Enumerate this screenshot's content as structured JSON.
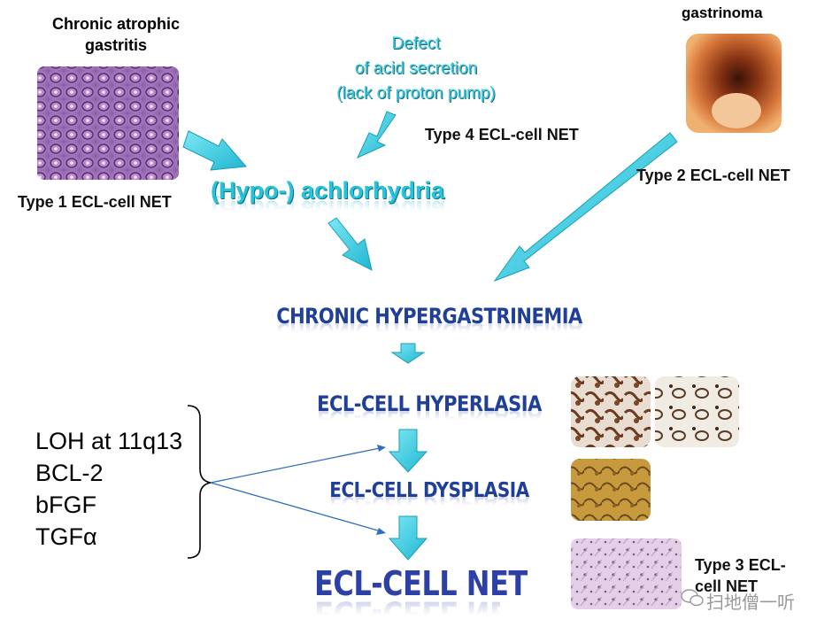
{
  "type1": {
    "heading_line1": "Chronic atrophic",
    "heading_line2": "gastritis",
    "caption": "Type 1 ECL-cell NET"
  },
  "defect": {
    "line1": "Defect",
    "line2": "of acid secretion",
    "line3": "(lack of proton pump)"
  },
  "type4_caption": "Type 4 ECL-cell NET",
  "type2": {
    "heading": "gastrinoma",
    "caption": "Type 2 ECL-cell NET"
  },
  "hypo_label": "(Hypo-) achlorhydria",
  "stages": {
    "chronic": "CHRONIC HYPERGASTRINEMIA",
    "hyperplasia": "ECL-CELL HYPERLASIA",
    "dysplasia": "ECL-CELL DYSPLASIA",
    "net": "ECL-CELL NET"
  },
  "factors": [
    "LOH at 11q13",
    "BCL-2",
    "bFGF",
    "TGFα"
  ],
  "type3_caption_line1": "Type 3 ECL-",
  "type3_caption_line2": "cell NET",
  "watermark": "扫地僧一听",
  "colors": {
    "arrow_cyan": "#39d0e6",
    "stage_text": "#1f3f98",
    "thin_arrow": "#2f6fbf"
  }
}
